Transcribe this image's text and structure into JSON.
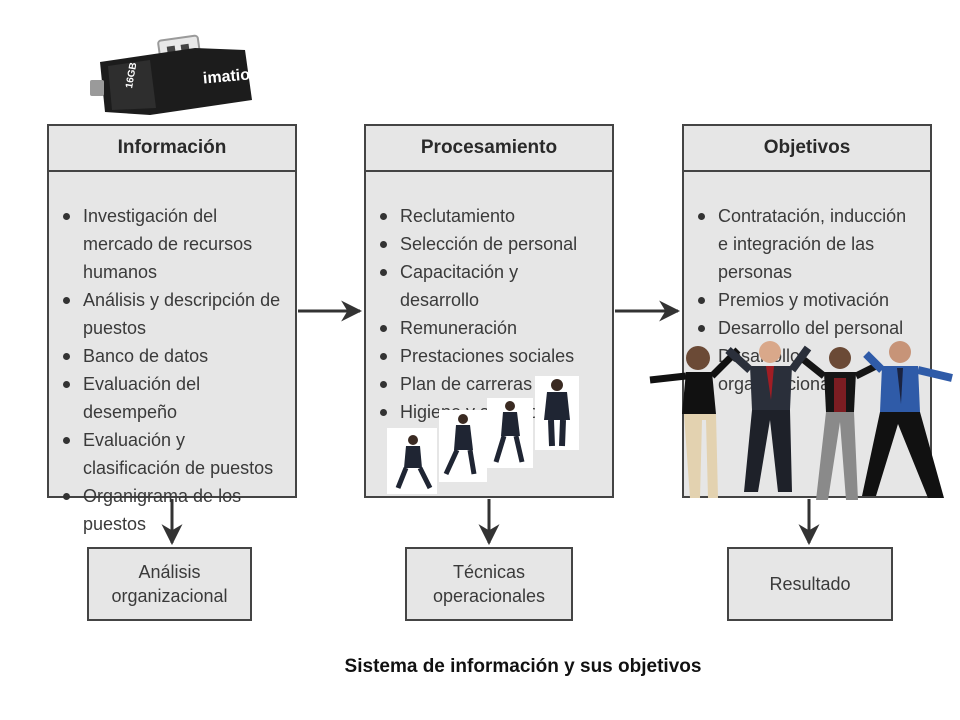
{
  "columns": [
    {
      "title": "Información",
      "items": [
        "Investigación del mercado de recursos humanos",
        "Análisis y descripción de puestos",
        "Banco de datos",
        "Evaluación del desempeño",
        "Evaluación y clasificación de puestos",
        "Organigrama de los puestos"
      ],
      "result": "Análisis organizacional"
    },
    {
      "title": "Procesamiento",
      "items": [
        "Reclutamiento",
        "Selección de personal",
        "Capacitación y desarrollo",
        "Remuneración",
        "Prestaciones sociales",
        "Plan de carreras",
        "Higiene y seguridad"
      ],
      "result": "Técnicas operacionales"
    },
    {
      "title": "Objetivos",
      "items": [
        "Contratación, inducción e integración de las personas",
        "Premios y motivación",
        "Desarrollo del personal",
        "Desarrollo organizacional"
      ],
      "result": "Resultado"
    }
  ],
  "usb": {
    "brand": "imation",
    "capacity": "16GB"
  },
  "caption": "Sistema de información y sus objetivos",
  "colors": {
    "box_fill": "#e6e6e6",
    "border": "#444444",
    "arrow": "#333333"
  }
}
